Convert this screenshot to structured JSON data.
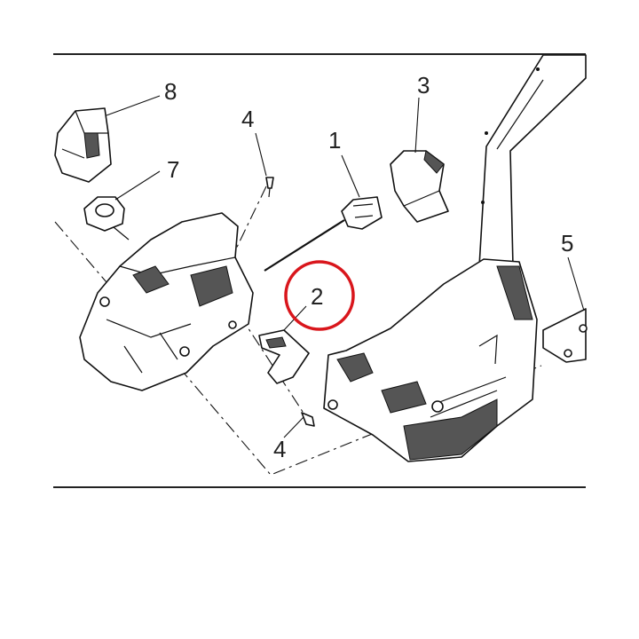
{
  "diagram": {
    "callouts": [
      {
        "id": "c1",
        "text": "1"
      },
      {
        "id": "c2",
        "text": "2"
      },
      {
        "id": "c3",
        "text": "3"
      },
      {
        "id": "c4a",
        "text": "4"
      },
      {
        "id": "c4b",
        "text": "4"
      },
      {
        "id": "c5",
        "text": "5"
      },
      {
        "id": "c7",
        "text": "7"
      },
      {
        "id": "c8",
        "text": "8"
      }
    ],
    "highlight_color": "#d9161c",
    "line_color": "#222222"
  }
}
